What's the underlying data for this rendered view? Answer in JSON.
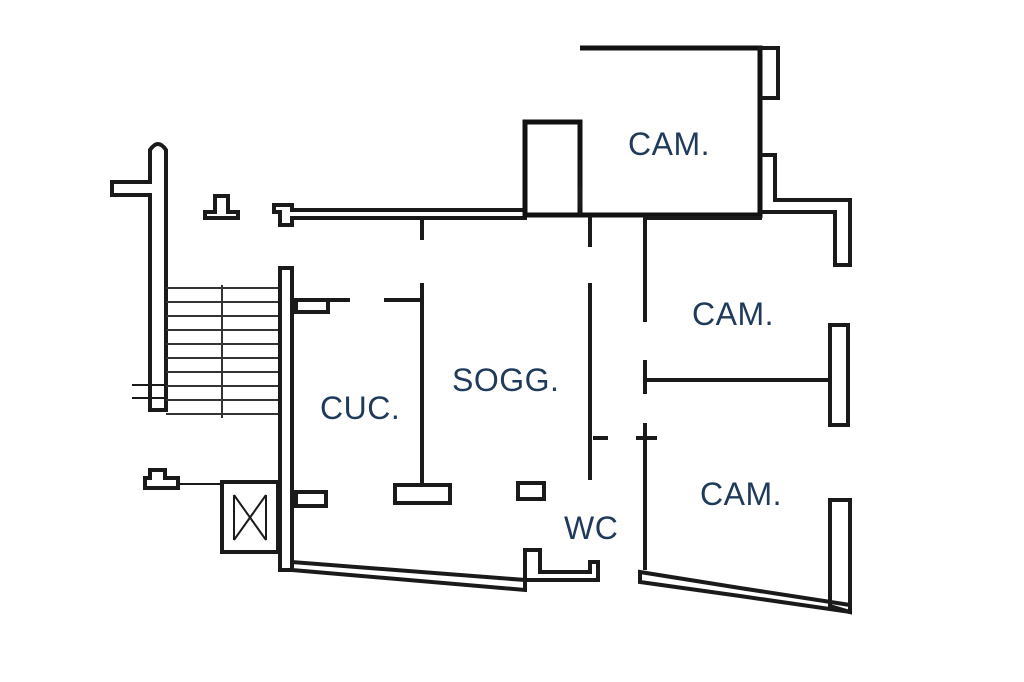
{
  "rooms": {
    "bedroom_1": "CAM.",
    "bedroom_2": "CAM.",
    "bedroom_3": "CAM.",
    "living": "SOGG.",
    "kitchen": "CUC.",
    "bathroom": "WC"
  },
  "colors": {
    "label": "#1f3a5a",
    "wall": "#1a1a1a",
    "background": "#ffffff"
  }
}
